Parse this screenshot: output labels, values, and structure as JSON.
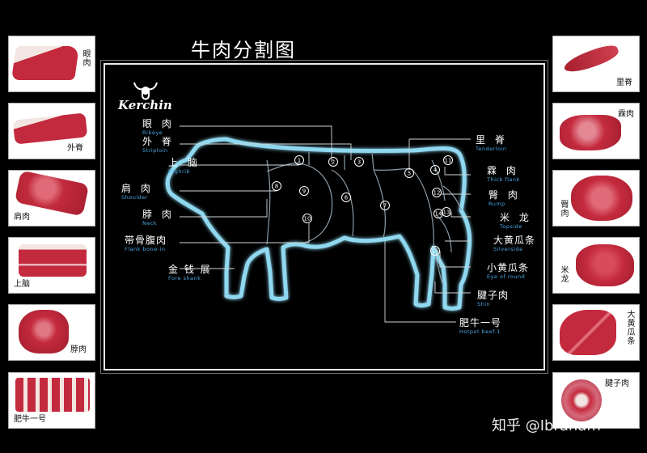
{
  "title": "牛肉分割图",
  "logo": {
    "name": "Kerchin",
    "icon": "bull-head-icon"
  },
  "watermark": "知乎 @Ibraham",
  "left_cards": [
    {
      "id": "ribeye",
      "label": "眼肉",
      "vertical": true
    },
    {
      "id": "striploin",
      "label": "外脊",
      "vertical": false
    },
    {
      "id": "shoulder",
      "label": "肩肉",
      "vertical": false
    },
    {
      "id": "highrib",
      "label": "上脑",
      "vertical": false
    },
    {
      "id": "neck",
      "label": "脖肉",
      "vertical": false
    },
    {
      "id": "hotpot",
      "label": "肥牛一号",
      "vertical": false
    }
  ],
  "right_cards": [
    {
      "id": "tenderloin",
      "label": "里脊",
      "vertical": false
    },
    {
      "id": "thickflank",
      "label": "霖肉",
      "vertical": false
    },
    {
      "id": "rump",
      "label": "臀肉",
      "vertical": true
    },
    {
      "id": "topside",
      "label": "米龙",
      "vertical": true
    },
    {
      "id": "silverside",
      "label": "大黄瓜条",
      "vertical": true
    },
    {
      "id": "shin",
      "label": "腱子肉",
      "vertical": false
    }
  ],
  "labels_left": [
    {
      "zh": "眼 肉",
      "en": "Ribeye"
    },
    {
      "zh": "外 脊",
      "en": "Striploin"
    },
    {
      "zh": "上 脑",
      "en": "Highrib"
    },
    {
      "zh": "肩 肉",
      "en": "Shoulder"
    },
    {
      "zh": "脖 肉",
      "en": "Neck"
    },
    {
      "zh": "带骨腹肉",
      "en": "Flank bone-in"
    },
    {
      "zh": "金 钱 展",
      "en": "Fore shank"
    }
  ],
  "labels_right": [
    {
      "zh": "里 脊",
      "en": "Tenderloin"
    },
    {
      "zh": "霖 肉",
      "en": "Thick flank"
    },
    {
      "zh": "臀 肉",
      "en": "Rump"
    },
    {
      "zh": "米 龙",
      "en": "Topside"
    },
    {
      "zh": "大黄瓜条",
      "en": "Silverside"
    },
    {
      "zh": "小黄瓜条",
      "en": "Eye of round"
    },
    {
      "zh": "腱子肉",
      "en": "Shin"
    },
    {
      "zh": "肥牛一号",
      "en": "Hotpot beef-1"
    }
  ],
  "markers": [
    "1",
    "2",
    "3",
    "4",
    "5",
    "6",
    "7",
    "8",
    "9",
    "10",
    "11",
    "12",
    "13",
    "14",
    "15"
  ],
  "colors": {
    "outline_glow": "#8fd8f0",
    "english_text": "#4aa8e6",
    "meat": "#c0283c",
    "fat": "#f2e4e0"
  }
}
